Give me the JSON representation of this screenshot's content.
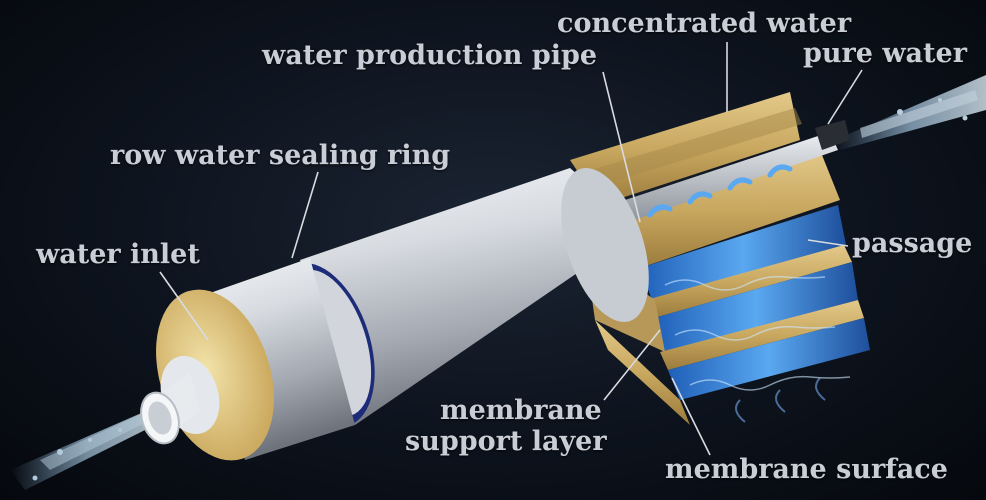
{
  "labels": {
    "concentrated_water": "concentrated water",
    "water_production_pipe": "water production pipe",
    "pure_water": "pure water",
    "sealing_ring": "row water sealing ring",
    "water_inlet": "water inlet",
    "passage": "passage",
    "support_layer_line1": "membrane",
    "support_layer_line2": "support layer",
    "membrane_surface": "membrane surface"
  },
  "colors": {
    "background": "#0d131d",
    "label_text": "#c9cdd6",
    "leader_line": "#d8dbe0",
    "membrane_tan": "#c9a860",
    "membrane_water": "#3f86d8",
    "seal_ring": "#1d2c78",
    "housing": "#d9dde2"
  }
}
